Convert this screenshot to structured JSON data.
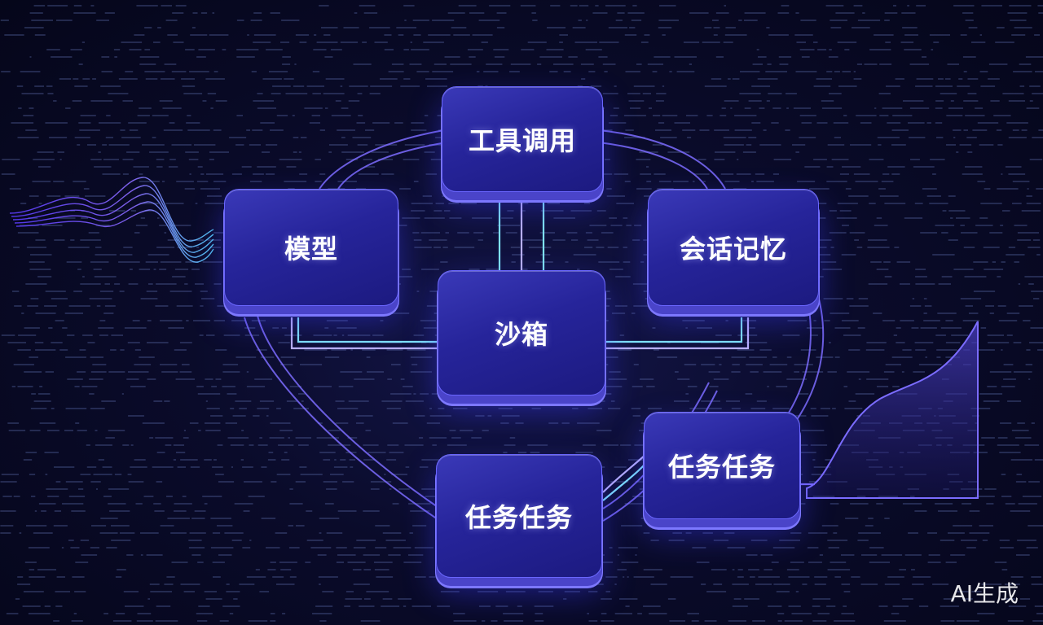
{
  "nodes": {
    "tool_call": "工具调用",
    "model": "模型",
    "session_memory": "会话记忆",
    "sandbox": "沙箱",
    "task_right": "任务任务",
    "task_bottom": "任务任务"
  },
  "watermark": "AI生成",
  "colors": {
    "background": "#06071a",
    "node_fill": "#26249a",
    "node_border": "#6a66ff",
    "connector": "#7c6cff",
    "accent_cyan": "#7fe3ff"
  }
}
